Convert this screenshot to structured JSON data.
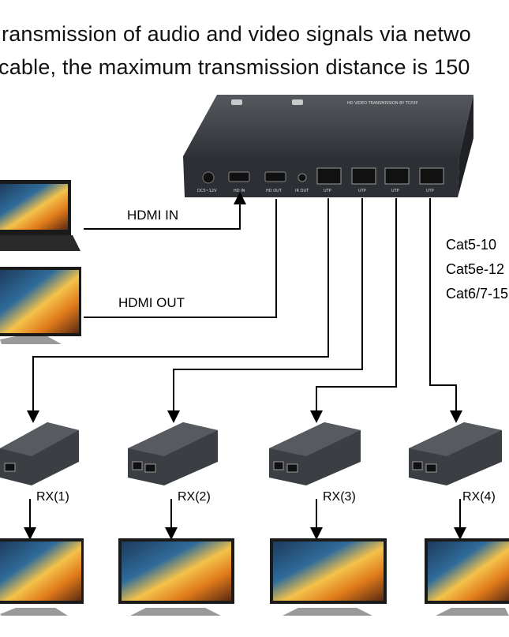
{
  "headline": {
    "line1": "ransmission of audio and video signals via netwo",
    "line2": "cable, the maximum transmission distance is 150"
  },
  "connections": {
    "hdmi_in": "HDMI IN",
    "hdmi_out": "HDMI OUT"
  },
  "cable_specs": [
    "Cat5-10",
    "Cat5e-12",
    "Cat6/7-15"
  ],
  "transmitter": {
    "top_label": "HD VIDEO TRANSMISSION BY TCP/IP",
    "ports": [
      "DC5~12V",
      "HD IN",
      "HD OUT",
      "IR OUT",
      "UTP",
      "UTP",
      "UTP",
      "UTP"
    ]
  },
  "receivers": [
    "RX(1)",
    "RX(2)",
    "RX(3)",
    "RX(4)"
  ],
  "colors": {
    "device": "#3b3e42",
    "screen_fire": "#e8891c",
    "line": "#000000"
  }
}
